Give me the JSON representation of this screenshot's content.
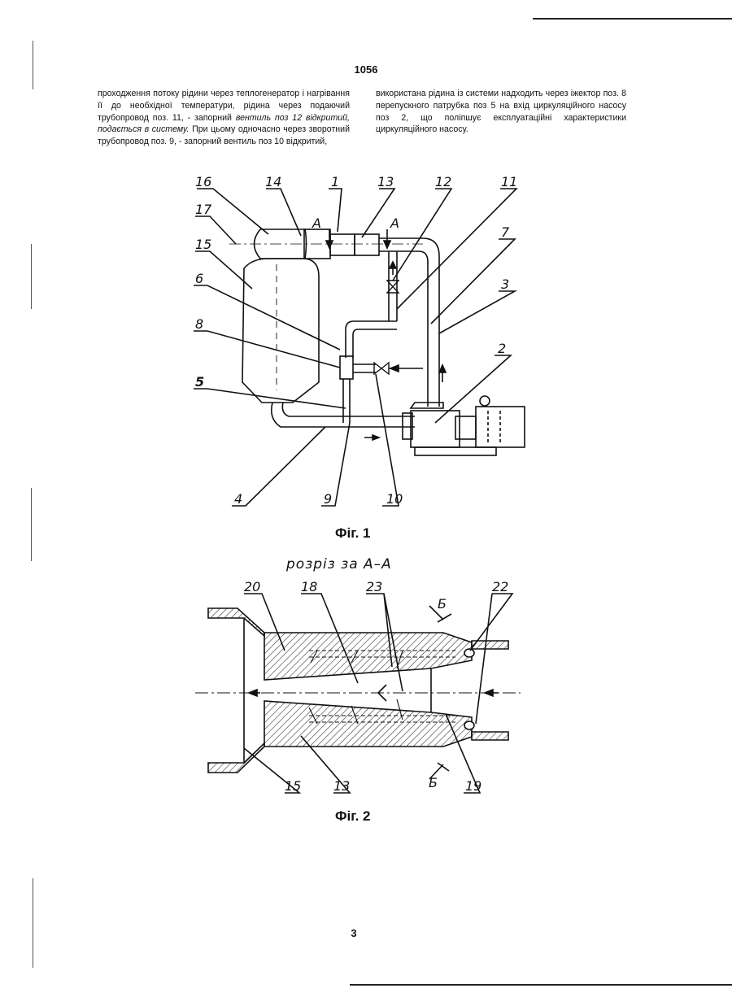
{
  "header": {
    "page_number": "1056"
  },
  "footer": {
    "page_number": "3"
  },
  "text": {
    "left_col": {
      "part1": "проходження потоку рідини через теплогенератор і нагрівання її до необхідної температури, рідина через подаючий трубопровод поз. 11, - запорний ",
      "italic1": "вентиль поз 12 відкритий, подається в систему.",
      "part2": " При цьому одночасно через зворотний трубопровод поз. 9, - запорний вентиль поз 10 відкритий,"
    },
    "right_col": "використана рідина із системи надходить через іжектор поз. 8 перепускного патрубка поз 5 на вхід циркуляційного насосу поз 2, що поліпшує експлуатаційні характеристики циркуляційного насосу."
  },
  "figure1": {
    "caption": "Фіг. 1",
    "labels": {
      "l16": "16",
      "l14": "14",
      "l1": "1",
      "l13": "13",
      "l12": "12",
      "l11": "11",
      "l17": "17",
      "l15": "15",
      "l7": "7",
      "l6": "6",
      "l3": "3",
      "l8": "8",
      "l2": "2",
      "l5": "5",
      "l4": "4",
      "l9": "9",
      "l10": "10",
      "secA_left": "A",
      "secA_right": "A"
    }
  },
  "figure2": {
    "section_title": "розріз за А–А",
    "caption": "Фіг. 2",
    "labels": {
      "l20": "20",
      "l18": "18",
      "l23": "23",
      "l22": "22",
      "b_top": "Б",
      "b_bottom": "Б",
      "l15": "15",
      "l13": "13",
      "l19": "19"
    }
  }
}
